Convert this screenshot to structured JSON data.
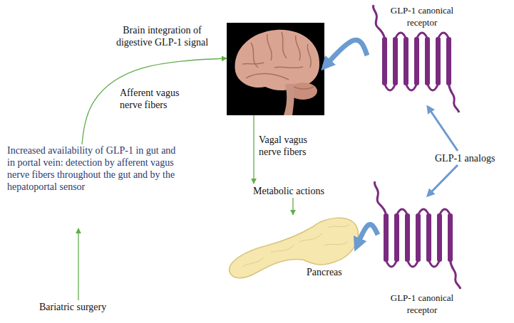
{
  "diagram": {
    "nodes": [
      {
        "text": [
          "Brain integration of digestive GLP-1 signal"
        ]
      },
      {
        "text": [
          "GLP-1 canonical receptor"
        ]
      },
      {
        "text": [
          "GLP-1 analogs"
        ]
      },
      {
        "text": [
          "Increased availability of GLP-1 in gut and in portal vein: detection by afferent vagus nerve fibers throughout the gut and by the hepatoportal sensor"
        ]
      },
      {
        "text": [
          "Bariatric surgery"
        ]
      },
      {
        "text": [
          "Metabolic actions"
        ]
      },
      {
        "text": [
          "Pancreas"
        ]
      },
      {
        "text": [
          "GLP-1 canonical receptor"
        ]
      }
    ],
    "edges": [
      {
        "from": 4,
        "to": 3,
        "arrow": "to"
      },
      {
        "from": 3,
        "to": 0,
        "label": "Afferent vagus nerve fibers",
        "arrow": "to"
      },
      {
        "from": 0,
        "to": 5,
        "label": "Vagal vagus nerve fibers",
        "arrow": "to"
      },
      {
        "from": 5,
        "to": 6,
        "arrow": "to"
      },
      {
        "from": 1,
        "to": 0,
        "arrow": "to"
      },
      {
        "from": 2,
        "to": 1,
        "arrow": "to"
      },
      {
        "from": 2,
        "to": 7,
        "arrow": "to"
      },
      {
        "from": 7,
        "to": 6,
        "arrow": "to"
      }
    ]
  }
}
